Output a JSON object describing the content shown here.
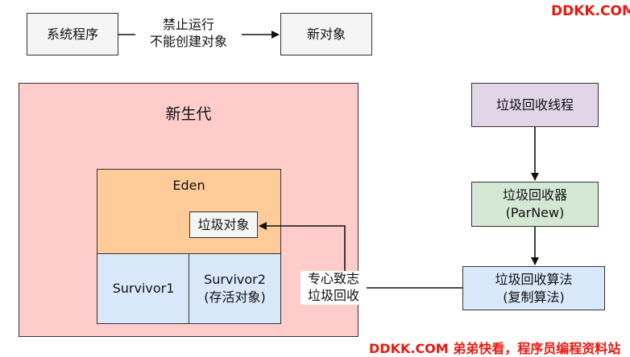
{
  "watermark_top": "DDKK.COM",
  "watermark_bottom": "DDKK.COM 弟弟快看，程序员编程资料站",
  "top_flow": {
    "source": "系统程序",
    "edge_label_line1": "禁止运行",
    "edge_label_line2": "不能创建对象",
    "target": "新对象"
  },
  "young_gen": {
    "title": "新生代",
    "eden": "Eden",
    "garbage_object": "垃圾对象",
    "survivor1": "Survivor1",
    "survivor2_line1": "Survivor2",
    "survivor2_line2": "(存活对象)"
  },
  "gc_flow": {
    "thread": "垃圾回收线程",
    "collector_line1": "垃圾回收器",
    "collector_line2": "(ParNew)",
    "algorithm_line1": "垃圾回收算法",
    "algorithm_line2": "(复制算法)",
    "edge_label_line1": "专心致志",
    "edge_label_line2": "垃圾回收"
  },
  "colors": {
    "gray_fill": "#f5f5f5",
    "young_gen_fill": "#ffcccc",
    "eden_fill": "#ffcc99",
    "survivor_fill": "#dae8fc",
    "thread_fill": "#e1d5e7",
    "collector_fill": "#d5e8d4",
    "algorithm_fill": "#dae8fc",
    "watermark": "#e8190f"
  }
}
